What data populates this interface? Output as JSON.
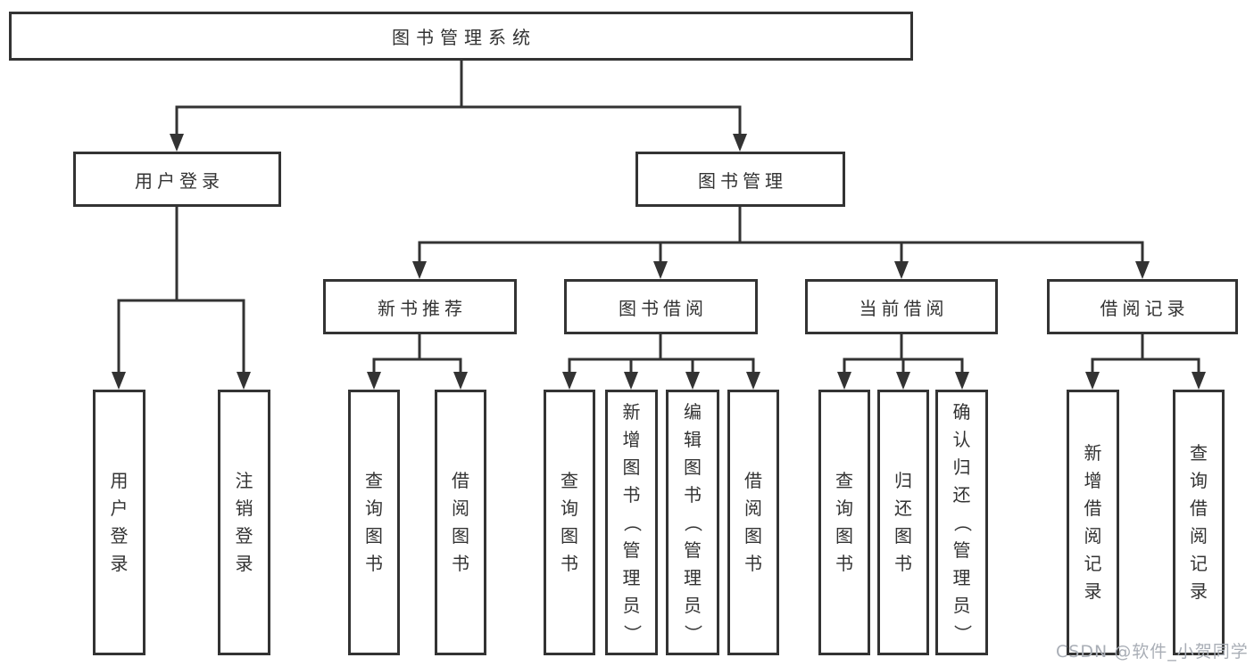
{
  "diagram": {
    "root": {
      "label": "图书管理系统"
    },
    "level1": {
      "user_login": {
        "label": "用户登录"
      },
      "book_management": {
        "label": "图书管理"
      }
    },
    "level2": {
      "new_book_recommend": {
        "label": "新书推荐"
      },
      "book_borrowing": {
        "label": "图书借阅"
      },
      "current_borrowing": {
        "label": "当前借阅"
      },
      "borrowing_records": {
        "label": "借阅记录"
      }
    },
    "leaves": {
      "user_login": [
        "用户登录",
        "注销登录"
      ],
      "new_book_recommend": [
        "查询图书",
        "借阅图书"
      ],
      "book_borrowing": [
        "查询图书",
        "新增图书（管理员）",
        "编辑图书（管理员）",
        "借阅图书"
      ],
      "current_borrowing": [
        "查询图书",
        "归还图书",
        "确认归还（管理员）"
      ],
      "borrowing_records": [
        "新增借阅记录",
        "查询借阅记录"
      ]
    }
  },
  "watermark": {
    "text": "CSDN @软件_小贺同学",
    "color": "#a9aeb6"
  },
  "colors": {
    "line": "#333333",
    "box_border": "#333333",
    "text": "#333333",
    "background": "#ffffff"
  }
}
